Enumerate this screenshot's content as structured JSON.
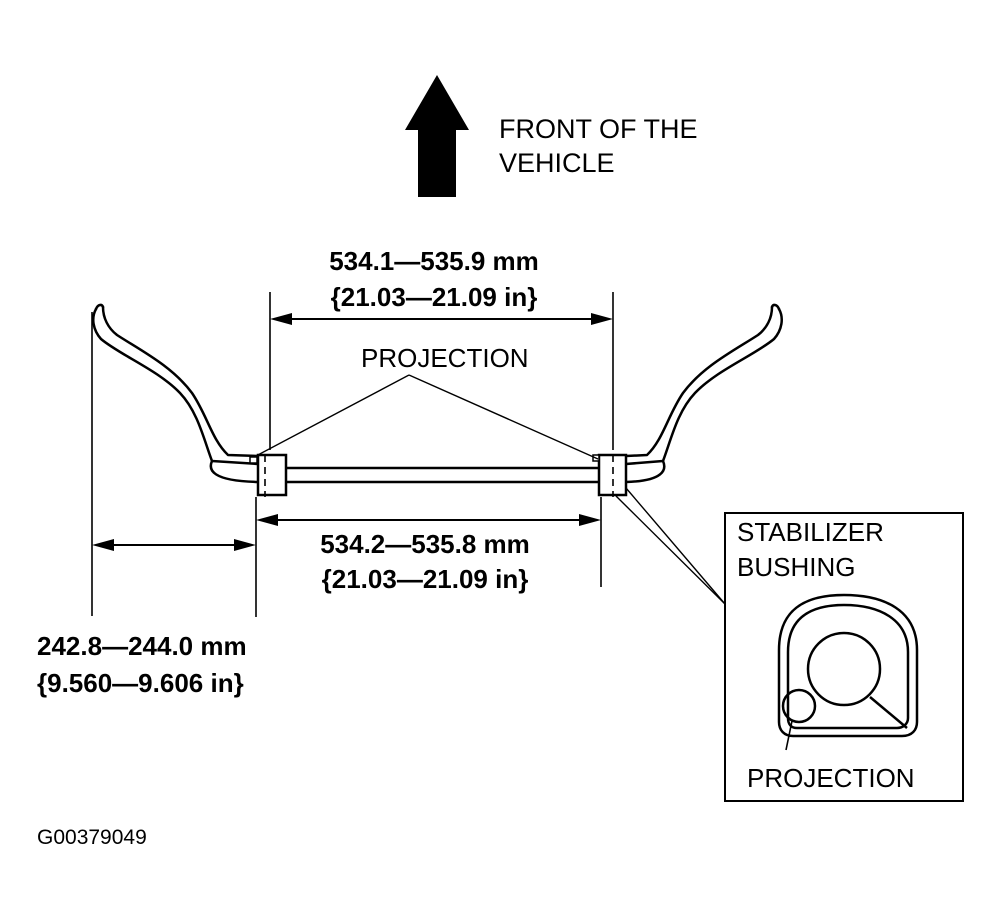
{
  "direction": {
    "line1": "FRONT OF THE",
    "line2": "VEHICLE"
  },
  "dimensions": {
    "bushing_outer": {
      "metric": "534.1—535.9 mm",
      "imperial": "{21.03—21.09 in}"
    },
    "bushing_inner": {
      "metric": "534.2—535.8 mm",
      "imperial": "{21.03—21.09 in}"
    },
    "end_offset": {
      "metric": "242.8—244.0 mm",
      "imperial": "{9.560—9.606 in}"
    }
  },
  "labels": {
    "projection_top": "PROJECTION",
    "inset_title_1": "STABILIZER",
    "inset_title_2": "BUSHING",
    "inset_projection": "PROJECTION"
  },
  "figure_id": "G00379049"
}
